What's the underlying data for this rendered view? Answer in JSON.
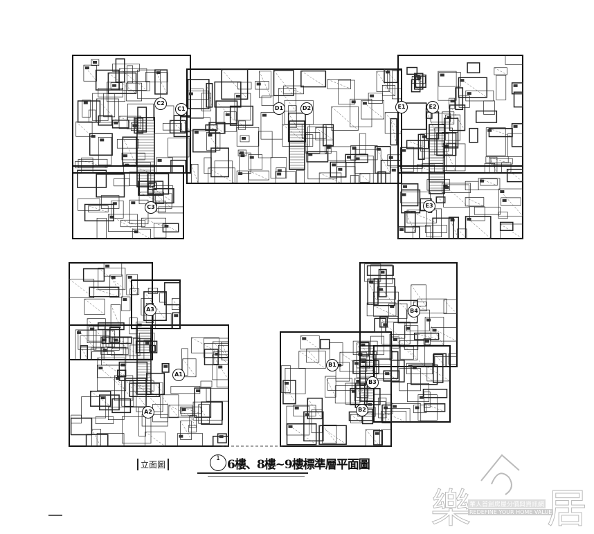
{
  "drawing": {
    "title_number": "1",
    "title": "6樓、8樓~9樓標準層平面圖",
    "side_label": "立面圖",
    "units": [
      "C2",
      "C1",
      "D1",
      "D2",
      "E1",
      "E2",
      "C3",
      "E3",
      "A3",
      "A1",
      "A2",
      "B4",
      "B1",
      "B3",
      "B2"
    ]
  },
  "watermark": {
    "brand_left": "樂",
    "brand_right": "居",
    "tagline_cn": "華人首創房屋分價與資訊網",
    "tagline_en": "REDEFINE YOUR HOME VALUE"
  }
}
